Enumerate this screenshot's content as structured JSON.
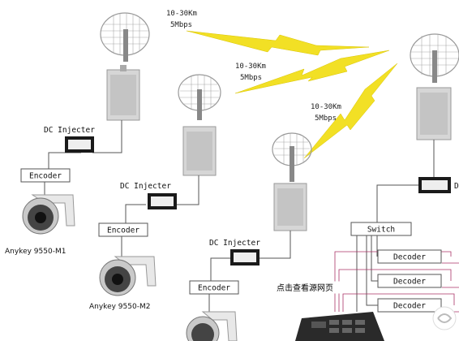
{
  "links": [
    {
      "distance": "10-30Km",
      "rate": "5Mbps"
    },
    {
      "distance": "10-30Km",
      "rate": "5Mbps"
    },
    {
      "distance": "10-30Km",
      "rate": "5Mbps"
    }
  ],
  "injector_label": "DC Injecter",
  "encoder_label": "Encoder",
  "switch_label": "Switch",
  "decoder_label": "Decoder",
  "cameras": [
    {
      "model": "Anykey 9550-M1"
    },
    {
      "model": "Anykey 9550-M2"
    }
  ],
  "cn_caption": "点击查看源网页",
  "cut_label": "D",
  "colors": {
    "bolt": "#f2e025",
    "bolt_edge": "#d9c400",
    "accent_wire": "#a33c6e"
  }
}
